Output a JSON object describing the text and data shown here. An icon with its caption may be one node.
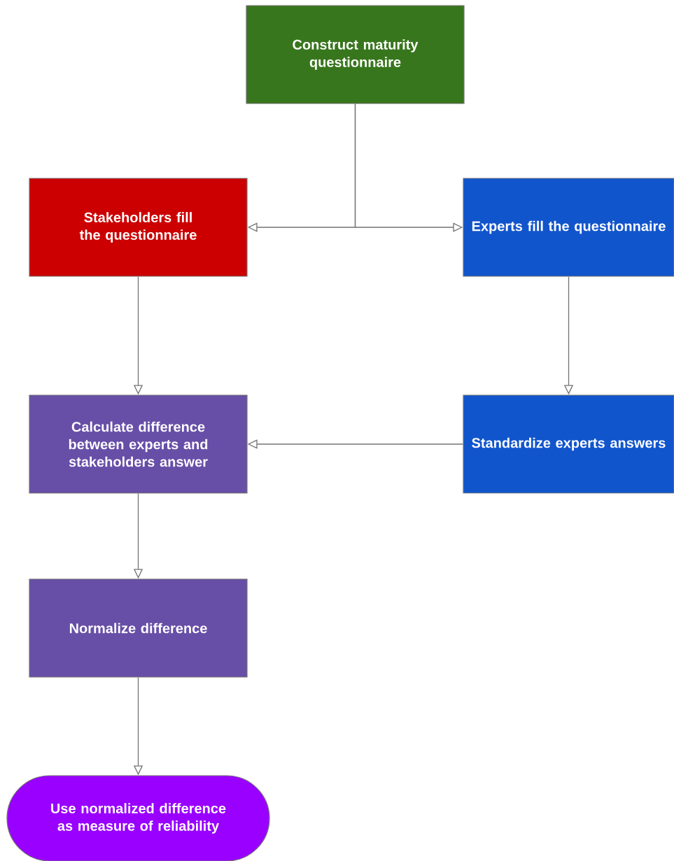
{
  "diagram": {
    "nodes": [
      {
        "text": [
          "Construct maturity questionnaire"
        ]
      },
      {
        "text": [
          "Stakeholders fill the questionnaire"
        ]
      },
      {
        "text": [
          "Experts fill the questionnaire"
        ]
      },
      {
        "text": [
          "Calculate difference between experts and stakeholders answer"
        ]
      },
      {
        "text": [
          "Standardize experts answers"
        ]
      },
      {
        "text": [
          "Normalize difference"
        ]
      },
      {
        "text": [
          "Use normalized difference as measure of reliability"
        ]
      }
    ],
    "edges": [
      {
        "from": 0,
        "to": 1,
        "arrow": "to"
      },
      {
        "from": 0,
        "to": 2,
        "arrow": "to"
      },
      {
        "from": 1,
        "to": 3,
        "arrow": "to"
      },
      {
        "from": 2,
        "to": 4,
        "arrow": "to"
      },
      {
        "from": 4,
        "to": 3,
        "arrow": "to"
      },
      {
        "from": 3,
        "to": 5,
        "arrow": "to"
      },
      {
        "from": 5,
        "to": 6,
        "arrow": "to"
      }
    ]
  }
}
